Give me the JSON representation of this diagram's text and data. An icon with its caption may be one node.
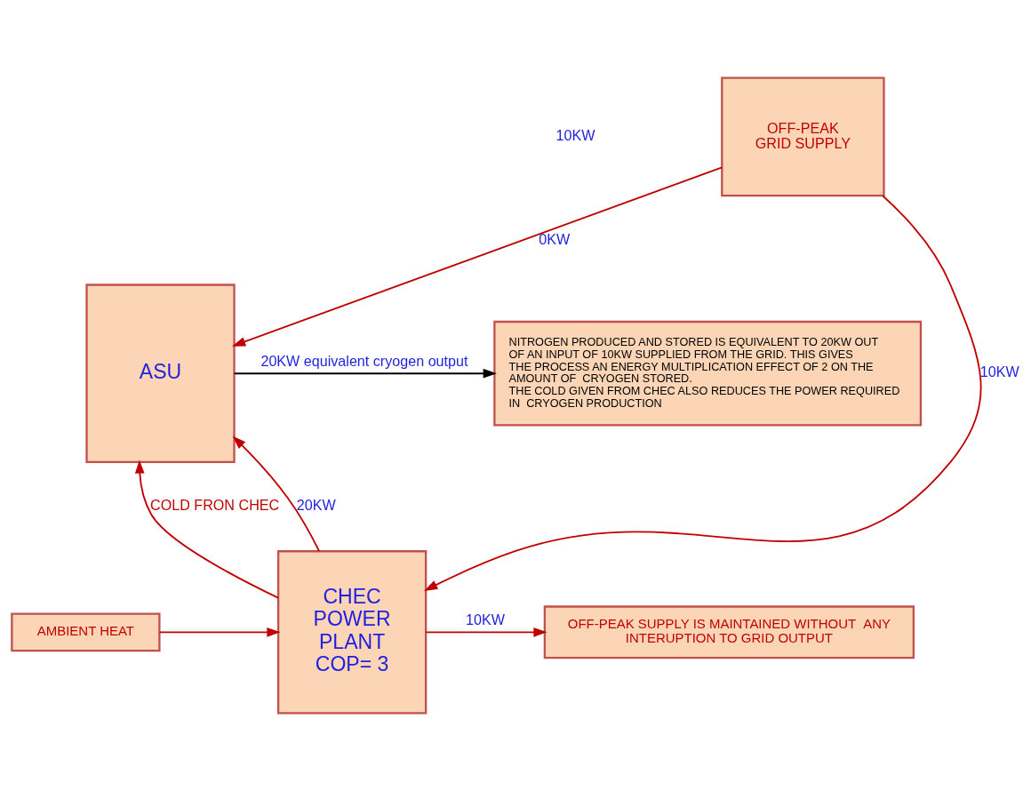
{
  "diagram": {
    "nodes": [
      {
        "text": [
          "OFF-PEAK GRID SUPPLY"
        ]
      },
      {
        "text": [
          "ASU"
        ]
      },
      {
        "text": [
          "NITROGEN PRODUCED AND STORED IS EQUIVALENT TO 20KW OUT OF AN INPUT OF 10KW SUPPLIED FROM THE GRID. THIS GIVES THE PROCESS AN ENERGY MULTIPLICATION EFFECT OF 2 ON THE AMOUNT OF  CRYOGEN STORED.",
          "THE COLD GIVEN FROM CHEC ALSO REDUCES THE POWER REQUIRED IN  CRYOGEN PRODUCTION"
        ]
      },
      {
        "text": [
          "CHEC POWER PLANT COP= 3"
        ]
      },
      {
        "text": [
          "AMBIENT HEAT"
        ]
      },
      {
        "text": [
          "OFF-PEAK SUPPLY IS MAINTAINED WITHOUT  ANY INTERUPTION TO GRID OUTPUT"
        ]
      }
    ],
    "edges": [
      {
        "from": 0,
        "to": 1,
        "arrow": "to",
        "label": "0KW"
      },
      {
        "from": 0,
        "to": 3,
        "arrow": "to",
        "label": "10KW"
      },
      {
        "from": 1,
        "to": 2,
        "arrow": "to",
        "label": "20KW equivalent cryogen output",
        "color": "#000000"
      },
      {
        "from": 3,
        "to": 1,
        "arrow": "to",
        "label": "COLD FRON CHEC"
      },
      {
        "from": 3,
        "to": 1,
        "arrow": "to",
        "label": "20KW"
      },
      {
        "from": 4,
        "to": 3,
        "arrow": "to"
      },
      {
        "from": 3,
        "to": 5,
        "arrow": "to",
        "label": "10KW"
      }
    ],
    "labels": [
      "10KW"
    ]
  }
}
